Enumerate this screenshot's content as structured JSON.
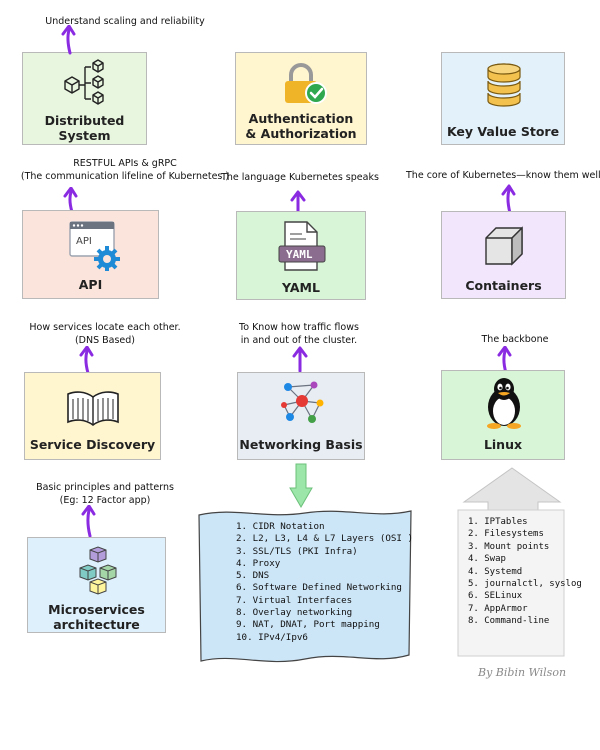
{
  "colors": {
    "purple_arrow": "#8a2be2",
    "green_arrow": "#9be6a8",
    "card_green": "#e8f6df",
    "card_yellow": "#fff5cf",
    "card_blue": "#e3f1fb",
    "card_pink": "#fbe4dc",
    "card_lavender": "#f1e6fb",
    "card_mint": "#d8f5d8",
    "card_grey": "#e8edf4",
    "card_cyan": "#ddf0fb",
    "networking_list_bg": "#cde6f7",
    "linux_list_bg": "#f3f3f3"
  },
  "cards": {
    "distributed": {
      "title_line1": "Distributed",
      "title_line2": "System",
      "note": "Understand scaling and reliability",
      "icon": "cubes-network-icon"
    },
    "auth": {
      "title_line1": "Authentication",
      "title_line2": "& Authorization",
      "icon": "padlock-check-icon"
    },
    "kv": {
      "title": "Key Value Store",
      "icon": "database-icon"
    },
    "api": {
      "title": "API",
      "icon_text": "API",
      "note_line1": "RESTFUL APIs & gRPC",
      "note_line2": "(The communication lifeline of Kubernetes.)",
      "icon": "api-gear-icon"
    },
    "yaml": {
      "title": "YAML",
      "icon_text": "YAML",
      "note": "The language Kubernetes speaks",
      "icon": "yaml-file-icon"
    },
    "containers": {
      "title": "Containers",
      "note": "The core of Kubernetes—know them well",
      "icon": "container-cube-icon"
    },
    "service_discovery": {
      "title": "Service Discovery",
      "note_line1": "How services locate each other.",
      "note_line2": "(DNS Based)",
      "icon": "open-book-icon"
    },
    "networking": {
      "title": "Networking Basis",
      "note_line1": "To Know how traffic flows",
      "note_line2": "in and out of the cluster.",
      "icon": "network-graph-icon"
    },
    "linux": {
      "title": "Linux",
      "note": "The backbone",
      "icon": "tux-penguin-icon"
    },
    "microservices": {
      "title_line1": "Microservices",
      "title_line2": "architecture",
      "note_line1": "Basic principles and patterns",
      "note_line2": "(Eg: 12 Factor app)",
      "icon": "stacked-cubes-icon"
    }
  },
  "networking_list": [
    "1. CIDR Notation",
    "2. L2, L3, L4 & L7 Layers (OSI )",
    "3. SSL/TLS (PKI Infra)",
    "4. Proxy",
    "5. DNS",
    "6. Software Defined Networking",
    "7. Virtual Interfaces",
    "8. Overlay networking",
    "9. NAT, DNAT, Port mapping",
    "10. IPv4/Ipv6"
  ],
  "linux_list": [
    "1. IPTables",
    "2. Filesystems",
    "3. Mount points",
    "4. Swap",
    "4. Systemd",
    "5. journalctl, syslog",
    "6. SELinux",
    "7. AppArmor",
    "8. Command-line"
  ],
  "signature": "By Bibin Wilson"
}
